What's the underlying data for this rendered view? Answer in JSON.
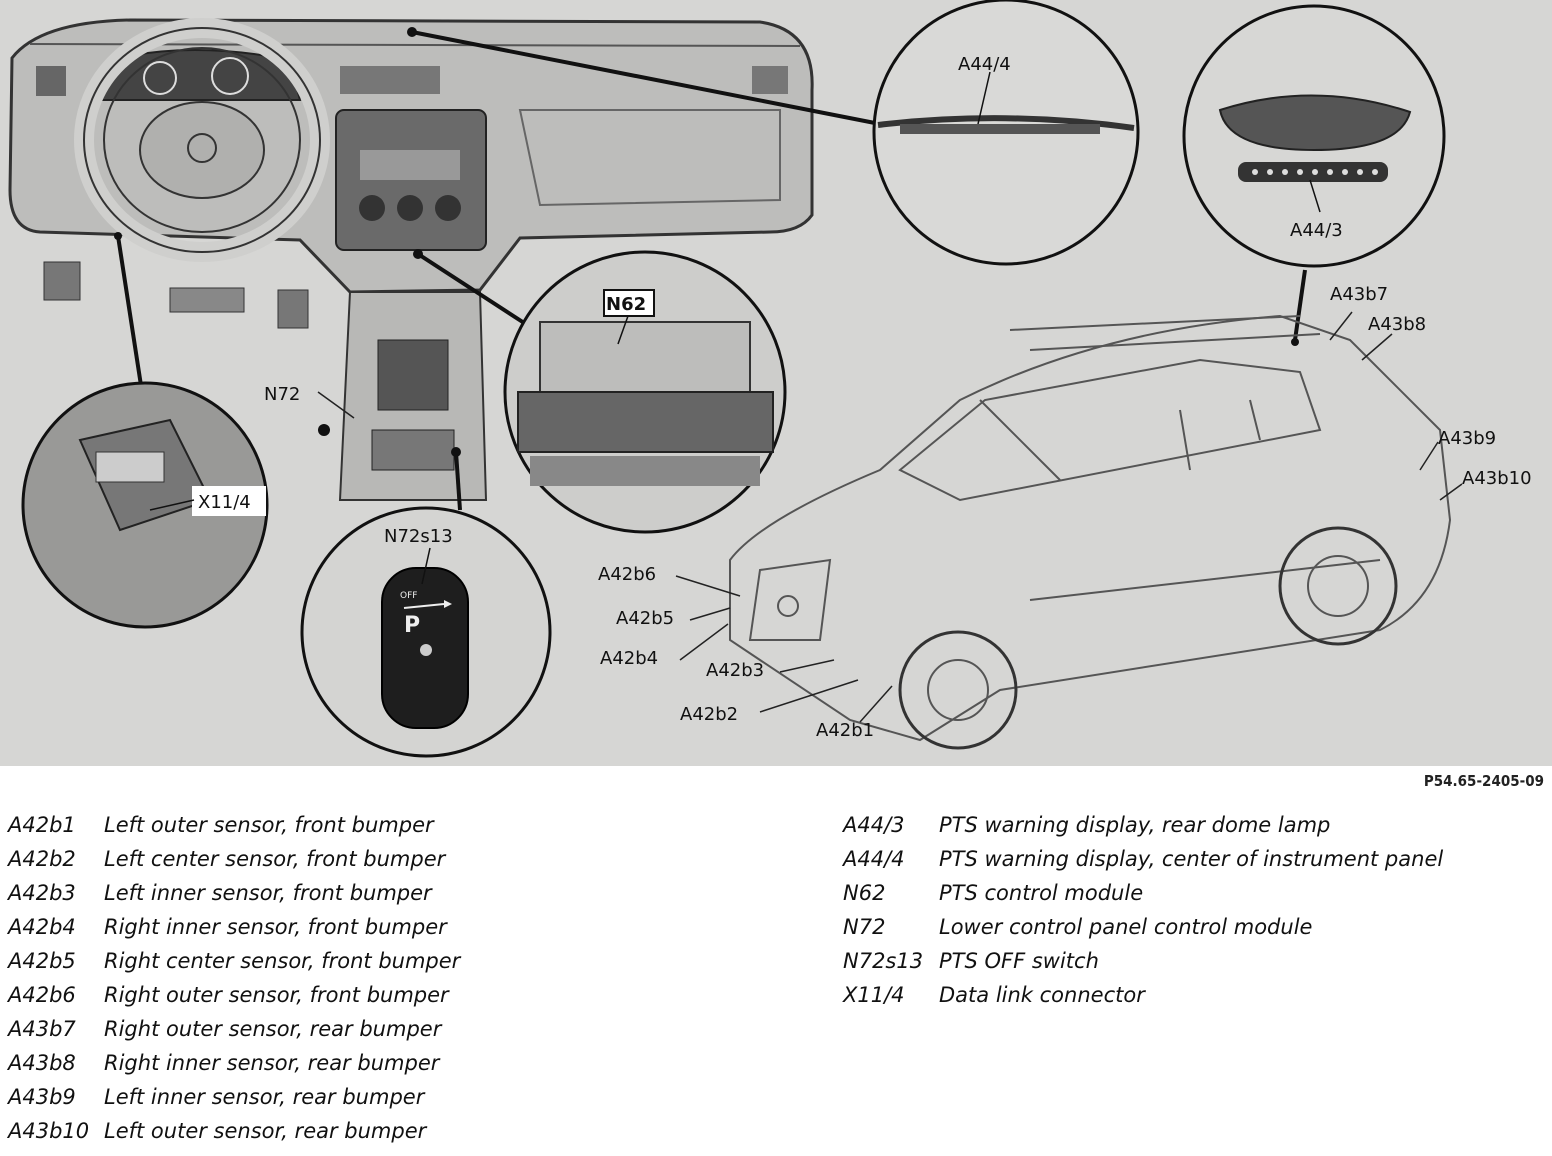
{
  "figure": {
    "id_code": "P54.65-2405-09",
    "callouts": {
      "a44_4": "A44/4",
      "a44_3": "A44/3",
      "a43b7": "A43b7",
      "a43b8": "A43b8",
      "a43b9": "A43b9",
      "a43b10": "A43b10",
      "n62": "N62",
      "n72": "N72",
      "x11_4": "X11/4",
      "n72s13": "N72s13",
      "a42b6": "A42b6",
      "a42b5": "A42b5",
      "a42b4": "A42b4",
      "a42b3": "A42b3",
      "a42b2": "A42b2",
      "a42b1": "A42b1"
    },
    "switch_label": "OFF",
    "switch_symbol": "P"
  },
  "legend_left": [
    {
      "code": "A42b1",
      "desc": "Left outer sensor, front bumper"
    },
    {
      "code": "A42b2",
      "desc": "Left center sensor, front bumper"
    },
    {
      "code": "A42b3",
      "desc": "Left inner sensor, front bumper"
    },
    {
      "code": "A42b4",
      "desc": "Right inner sensor, front bumper"
    },
    {
      "code": "A42b5",
      "desc": "Right center sensor, front bumper"
    },
    {
      "code": "A42b6",
      "desc": "Right outer sensor, front bumper"
    },
    {
      "code": "A43b7",
      "desc": "Right outer sensor, rear bumper"
    },
    {
      "code": "A43b8",
      "desc": "Right inner sensor, rear bumper"
    },
    {
      "code": "A43b9",
      "desc": "Left inner sensor, rear bumper"
    },
    {
      "code": "A43b10",
      "desc": "Left outer sensor, rear bumper"
    }
  ],
  "legend_right": [
    {
      "code": "A44/3",
      "desc": "PTS warning display, rear dome lamp"
    },
    {
      "code": "A44/4",
      "desc": "PTS warning display, center of instrument panel"
    },
    {
      "code": "N62",
      "desc": "PTS control module"
    },
    {
      "code": "N72",
      "desc": "Lower control panel control module"
    },
    {
      "code": "N72s13",
      "desc": "PTS OFF switch"
    },
    {
      "code": "X11/4",
      "desc": "Data link connector"
    }
  ]
}
